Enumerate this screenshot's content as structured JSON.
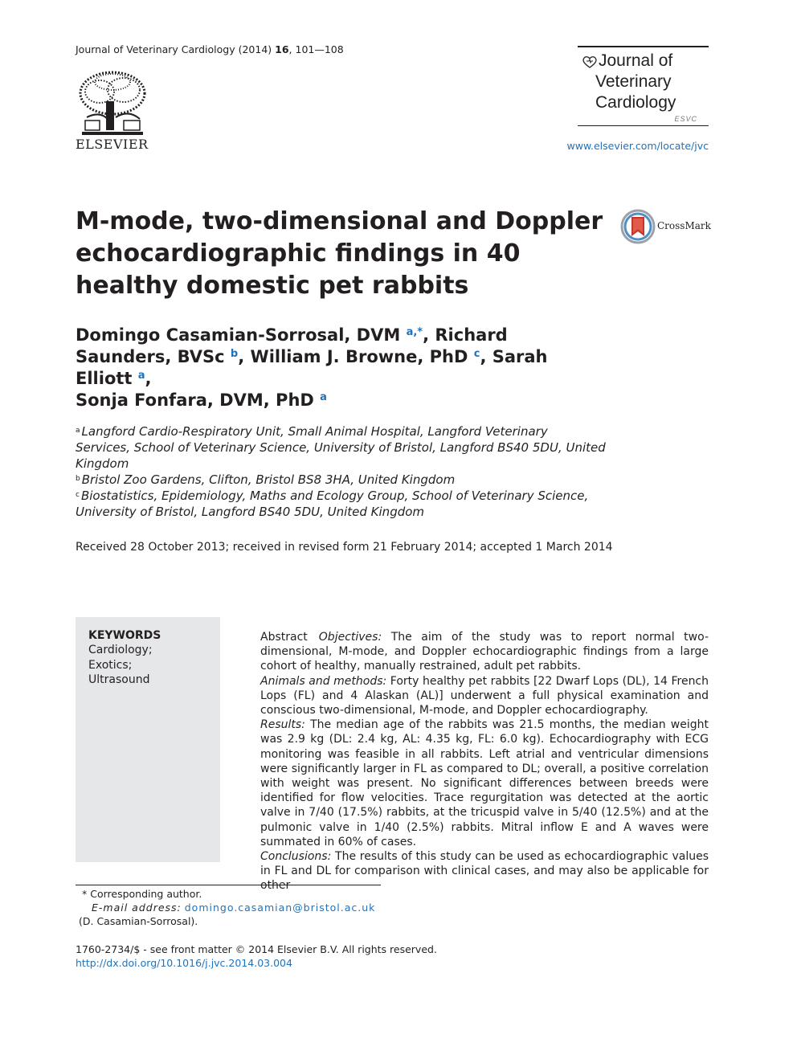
{
  "header": {
    "citation_prefix": "Journal of Veterinary Cardiology (2014)",
    "citation_volume": "16",
    "citation_pages": ", 101—108",
    "publisher": "ELSEVIER",
    "journal_name_line1": "Journal of",
    "journal_name_line2": "Veterinary",
    "journal_name_line3": "Cardiology",
    "journal_sub": "ESVC",
    "journal_url": "www.elsevier.com/locate/jvc",
    "crossmark_label": "CrossMark"
  },
  "article": {
    "title": "M-mode, two-dimensional and Doppler echocardiographic findings in 40 healthy domestic pet rabbits",
    "authors": [
      {
        "name": "Domingo Casamian-Sorrosal, DVM",
        "sup": "a,*",
        "sep": ", "
      },
      {
        "name": "Richard Saunders, BVSc",
        "sup": "b",
        "sep": ", "
      },
      {
        "name": "William J. Browne, PhD",
        "sup": "c",
        "sep": ", "
      },
      {
        "name": "Sarah Elliott",
        "sup": "a",
        "sep": ", "
      },
      {
        "name": "Sonja Fonfara, DVM, PhD",
        "sup": "a",
        "sep": ""
      }
    ],
    "affiliations": [
      {
        "key": "a",
        "text": "Langford Cardio-Respiratory Unit, Small Animal Hospital, Langford Veterinary Services, School of Veterinary Science, University of Bristol, Langford BS40 5DU, United Kingdom"
      },
      {
        "key": "b",
        "text": "Bristol Zoo Gardens, Clifton, Bristol BS8 3HA, United Kingdom"
      },
      {
        "key": "c",
        "text": "Biostatistics, Epidemiology, Maths and Ecology Group, School of Veterinary Science, University of Bristol, Langford BS40 5DU, United Kingdom"
      }
    ],
    "dates": "Received 28 October 2013; received in revised form 21 February 2014; accepted 1 March 2014"
  },
  "keywords": {
    "title": "KEYWORDS",
    "items": [
      "Cardiology;",
      "Exotics;",
      "Ultrasound"
    ]
  },
  "abstract": {
    "label": "Abstract",
    "objectives_label": "Objectives:",
    "objectives": "The aim of the study was to report normal two-dimensional, M-mode, and Doppler echocardiographic findings from a large cohort of healthy, manually restrained, adult pet rabbits.",
    "methods_label": "Animals and methods:",
    "methods": "Forty healthy pet rabbits [22 Dwarf Lops (DL), 14 French Lops (FL) and 4 Alaskan (AL)] underwent a full physical examination and conscious two-dimensional, M-mode, and Doppler echocardiography.",
    "results_label": "Results:",
    "results": "The median age of the rabbits was 21.5 months, the median weight was 2.9 kg (DL: 2.4 kg, AL: 4.35 kg, FL: 6.0 kg). Echocardiography with ECG monitoring was feasible in all rabbits. Left atrial and ventricular dimensions were significantly larger in FL as compared to DL; overall, a positive correlation with weight was present. No significant differences between breeds were identified for flow velocities. Trace regurgitation was detected at the aortic valve in 7/40 (17.5%) rabbits, at the tricuspid valve in 5/40 (12.5%) and at the pulmonic valve in 1/40 (2.5%) rabbits. Mitral inflow E and A waves were summated in 60% of cases.",
    "conclusions_label": "Conclusions:",
    "conclusions": "The results of this study can be used as echocardiographic values in FL and DL for comparison with clinical cases, and may also be applicable for other"
  },
  "footnote": {
    "corresponding": "* Corresponding author.",
    "email_label": "E-mail address:",
    "email": "domingo.casamian@bristol.ac.uk",
    "email_owner": "(D. Casamian-Sorrosal)."
  },
  "copyright": {
    "line": "1760-2734/$ - see front matter © 2014 Elsevier B.V. All rights reserved.",
    "doi": "http://dx.doi.org/10.1016/j.jvc.2014.03.004"
  }
}
